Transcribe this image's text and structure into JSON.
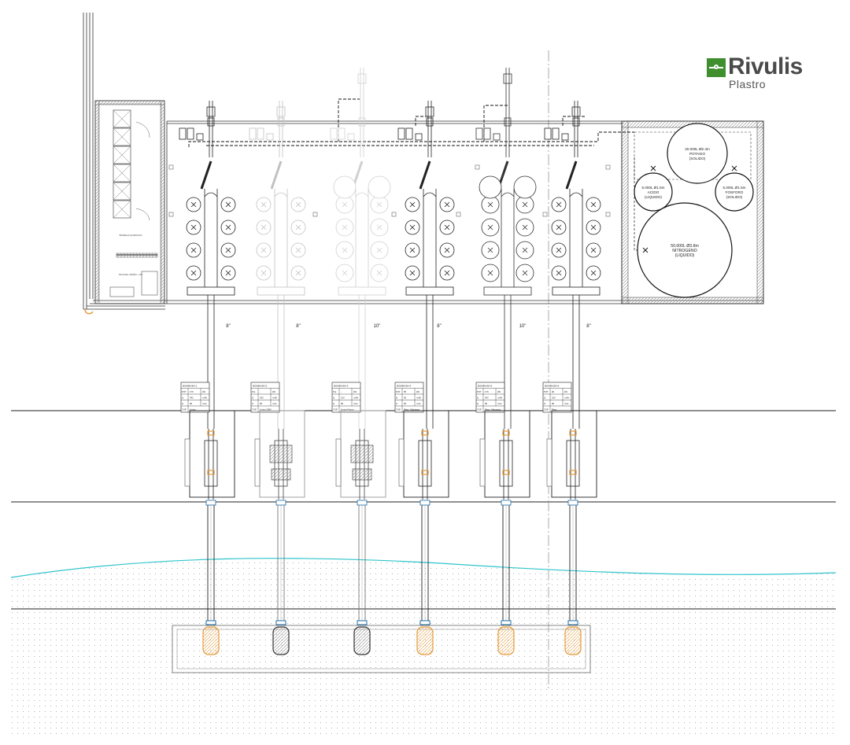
{
  "brand": {
    "name": "Rivulis",
    "sub": "Plastro",
    "color": "#3f8f2f"
  },
  "tanks": [
    {
      "l1": "20.000L Ø2.4m",
      "l2": "POTASIO",
      "l3": "(SOLIDO)"
    },
    {
      "l1": "5.000L Ø1.5m",
      "l2": "ACIDO",
      "l3": "(LIQUIDO)"
    },
    {
      "l1": "5.000L Ø1.5m",
      "l2": "FOSFORO",
      "l3": "(SOLIDO)"
    },
    {
      "l1": "50.000L Ø3.8m",
      "l2": "NITROGENO",
      "l3": "(LIQUIDO)"
    }
  ],
  "pipes": [
    "8\"",
    "8\"",
    "10\"",
    "8\"",
    "10\"",
    "8\""
  ],
  "pumps": [
    {
      "title": "BOMBA BH-1",
      "r1": [
        "POT",
        "176",
        "kW"
      ],
      "r2": [
        "Q",
        "342",
        "m3/h"
      ],
      "r3": [
        "H",
        "86",
        "mca"
      ],
      "r4": [
        "CUE",
        "Limón"
      ]
    },
    {
      "title": "BOMBA BH-2",
      "r1": [
        "Pot",
        "-",
        "kW"
      ],
      "r2": [
        "Q",
        "200",
        "m3/h"
      ],
      "r3": [
        "H",
        "80",
        "mca"
      ],
      "r4": [
        "CUE",
        "Limón 2000"
      ]
    },
    {
      "title": "BOMBA BH-3",
      "r1": [
        "Pot",
        "-",
        "kW"
      ],
      "r2": [
        "Q",
        "120",
        "m3/h"
      ],
      "r3": [
        "H",
        "80",
        "mca"
      ],
      "r4": [
        "CUE",
        "Limón Futuro"
      ]
    },
    {
      "title": "BOMBA BH-4",
      "r1": [
        "POT",
        "55",
        "kW"
      ],
      "r2": [
        "Q",
        "90",
        "m3/h"
      ],
      "r3": [
        "H",
        "90",
        "mca"
      ],
      "r4": [
        "CUE",
        "Pera - Manzana"
      ]
    },
    {
      "title": "BOMBA BH-5",
      "r1": [
        "POT",
        "176",
        "kW"
      ],
      "r2": [
        "Q",
        "342",
        "m3/h"
      ],
      "r3": [
        "H",
        "90",
        "mca"
      ],
      "r4": [
        "CUE",
        "Pera - Manzana"
      ]
    },
    {
      "title": "BOMBA BH-6",
      "r1": [
        "POT",
        "90",
        "kW"
      ],
      "r2": [
        "Q",
        "150",
        "m3/h"
      ],
      "r3": [
        "H",
        "80",
        "mca"
      ],
      "r4": [
        "CUE",
        "Pera"
      ]
    }
  ],
  "room": {
    "label1": "BODEGA QUIMICOS",
    "label2": "OFICINA / BAÑO + PC"
  }
}
